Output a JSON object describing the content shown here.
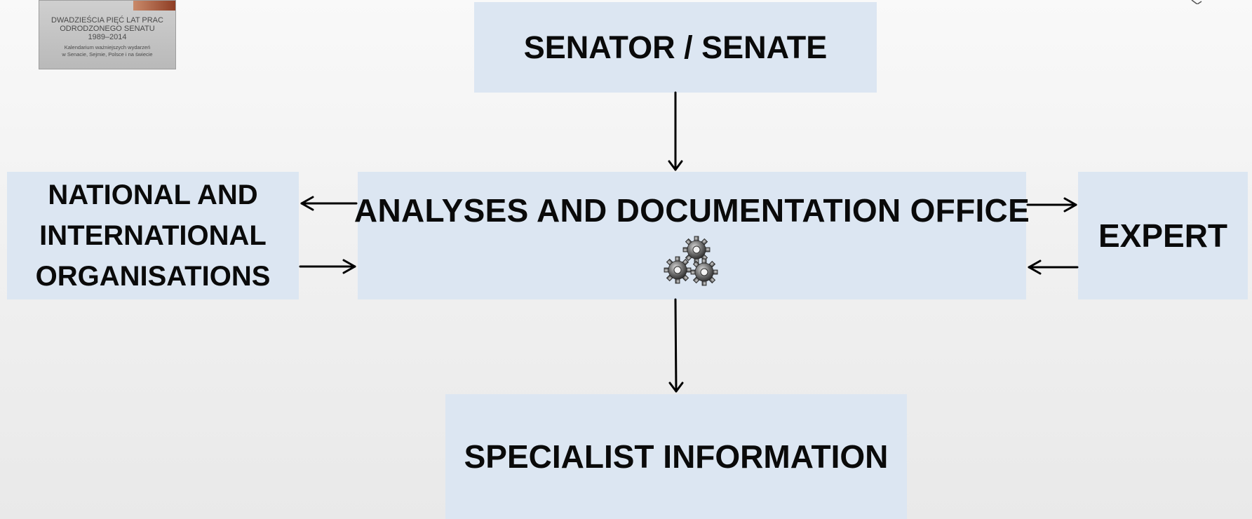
{
  "nodes": {
    "senate": "SENATOR / SENATE",
    "organisations": "NATIONAL AND\nINTERNATIONAL\nORGANISATIONS",
    "office": "ANALYSES AND DOCUMENTATION OFFICE",
    "expert": "EXPERT",
    "info": "SPECIALIST INFORMATION"
  },
  "book_cover": {
    "title_lines": "DWADZIEŚCIA PIĘĆ LAT PRAC\nODRODZONEGO SENATU\n1989–2014",
    "subtitle_lines": "Kalendarium ważniejszych wydarzeń\nw Senacie, Sejmie, Polsce i na świecie"
  },
  "icons": {
    "office_icon": "gears-icon"
  },
  "colors": {
    "box_fill": "#dce6f2",
    "text": "#0a0a0a",
    "arrow": "#000000"
  }
}
